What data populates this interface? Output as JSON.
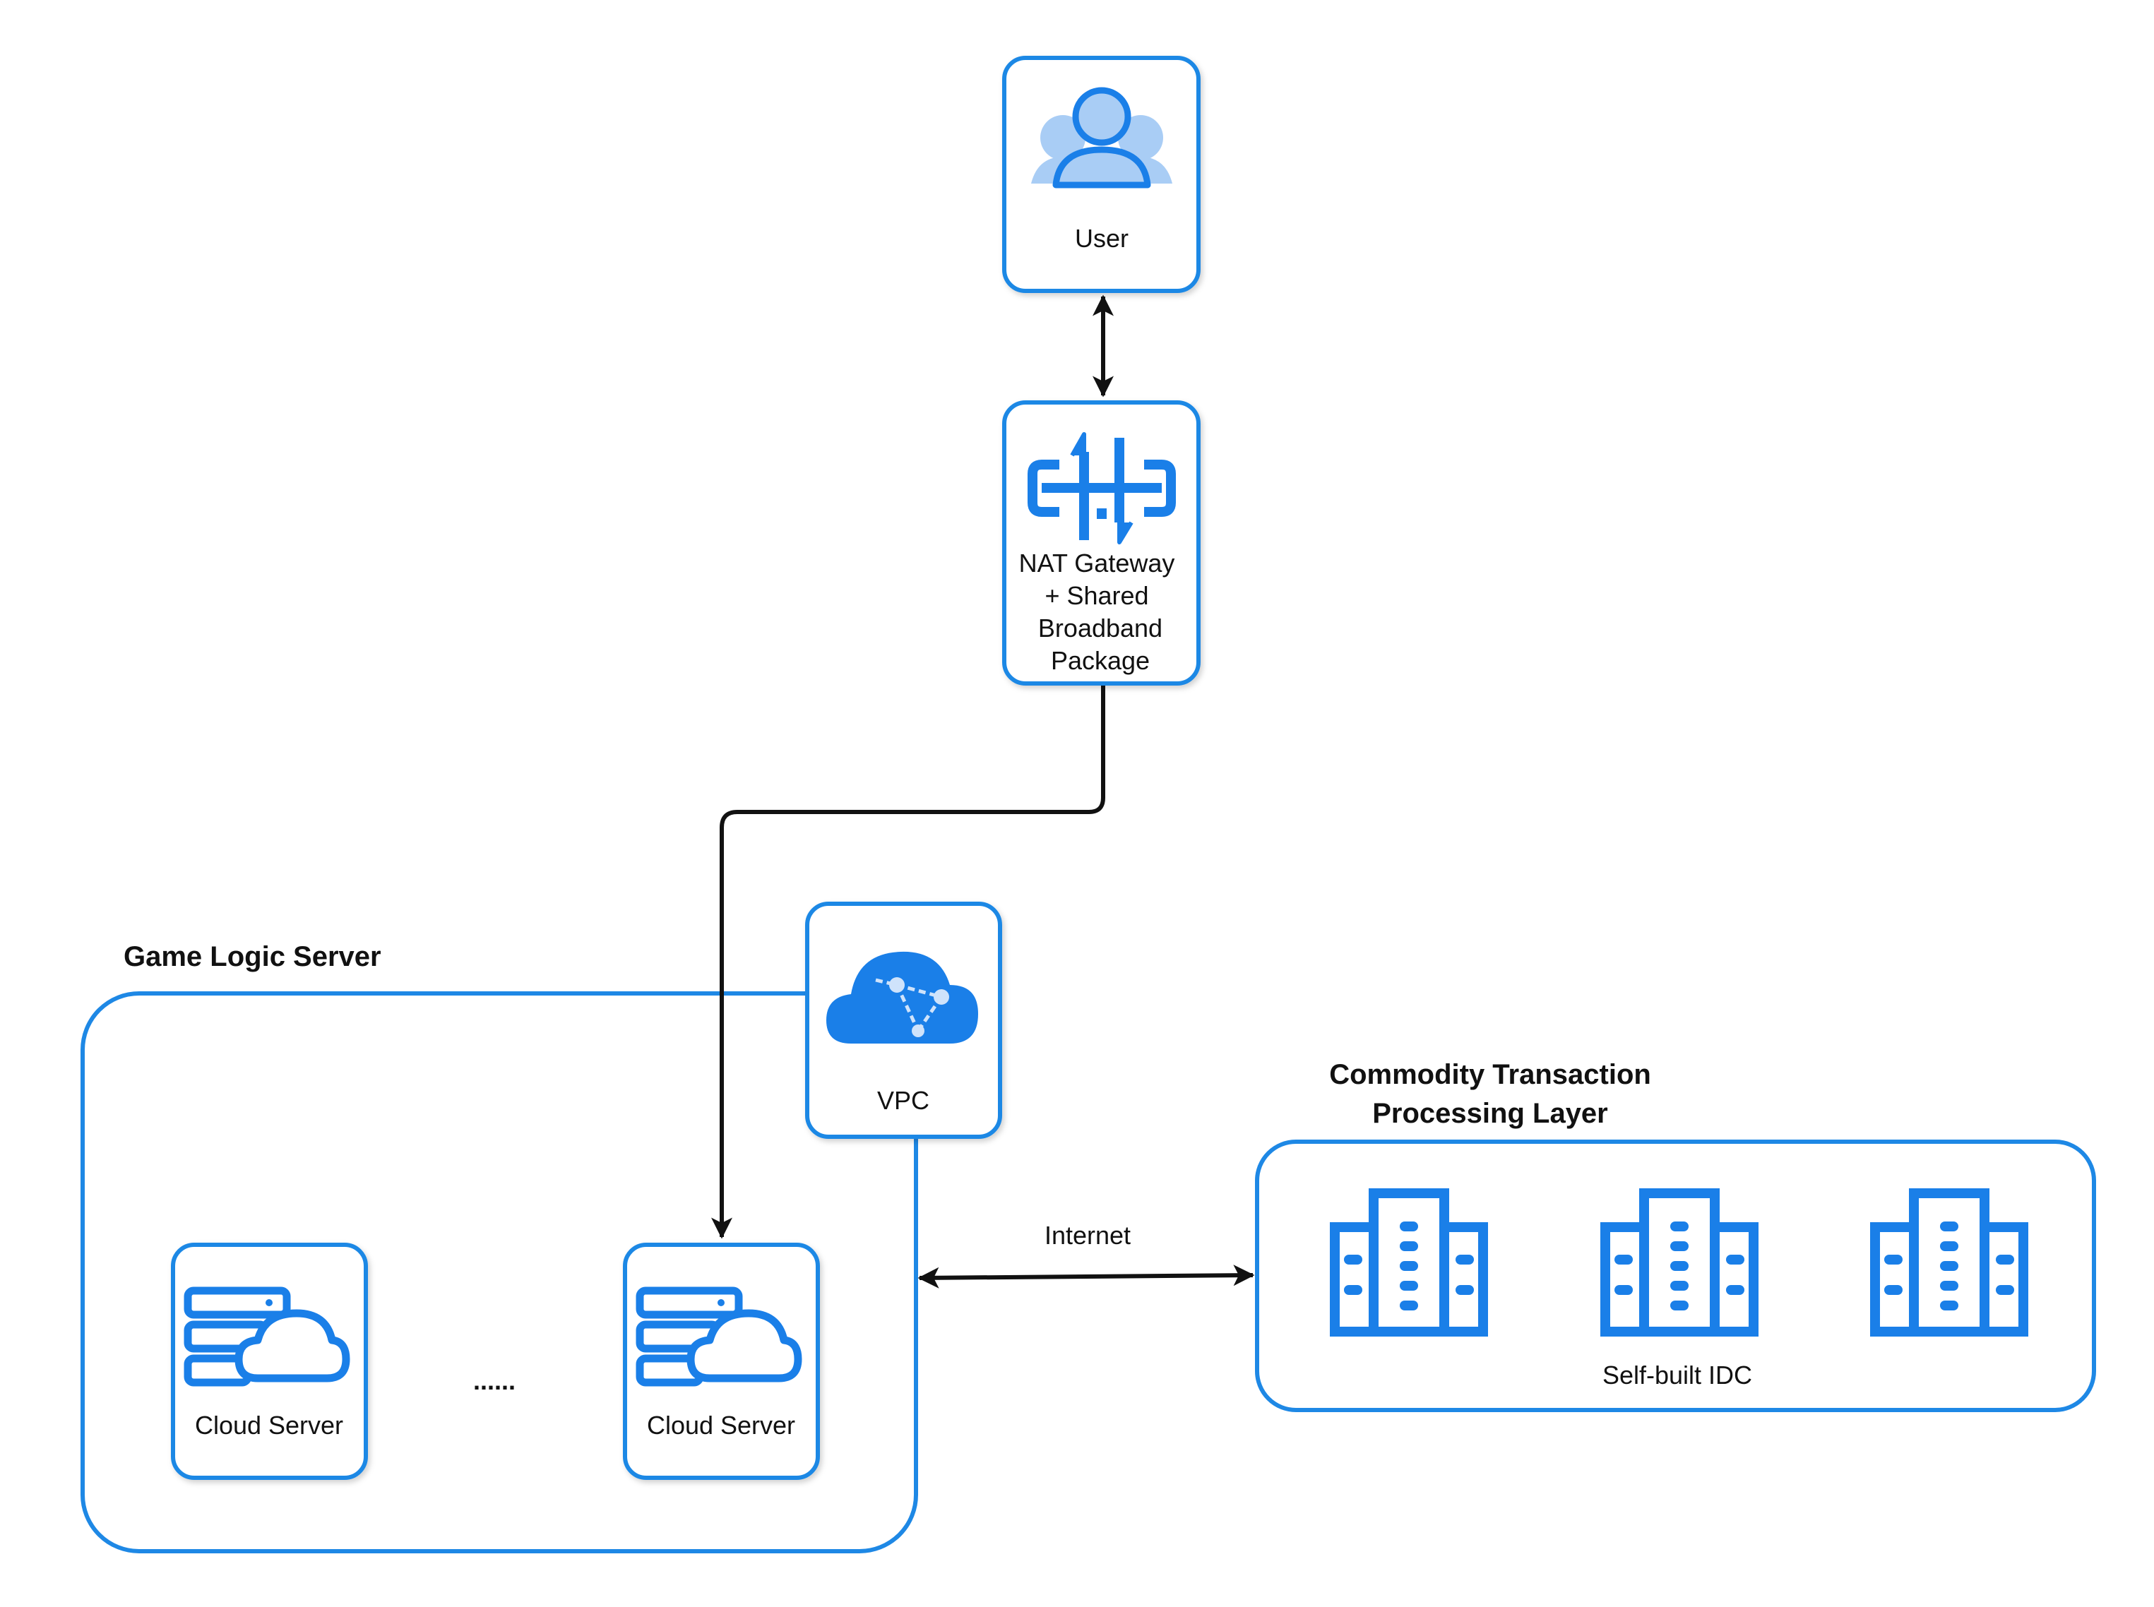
{
  "nodes": {
    "user": "User",
    "nat": [
      "NAT Gateway",
      "+ Shared",
      "Broadband",
      "Package"
    ],
    "vpc": "VPC",
    "cloud_server_1": "Cloud Server",
    "cloud_server_2": "Cloud Server",
    "ellipsis": "......",
    "idc": "Self-built IDC"
  },
  "groups": {
    "game_logic": "Game Logic Server",
    "commodity": [
      "Commodity Transaction",
      "Processing Layer"
    ]
  },
  "edges": {
    "internet": "Internet"
  },
  "colors": {
    "accent": "#1e88e5",
    "icon": "#1a7fe8",
    "icon_light": "#a9cdf5",
    "line": "#111111"
  },
  "icons": [
    "user-group-icon",
    "nat-gateway-icon",
    "vpc-cloud-icon",
    "cloud-server-icon",
    "building-icon"
  ]
}
